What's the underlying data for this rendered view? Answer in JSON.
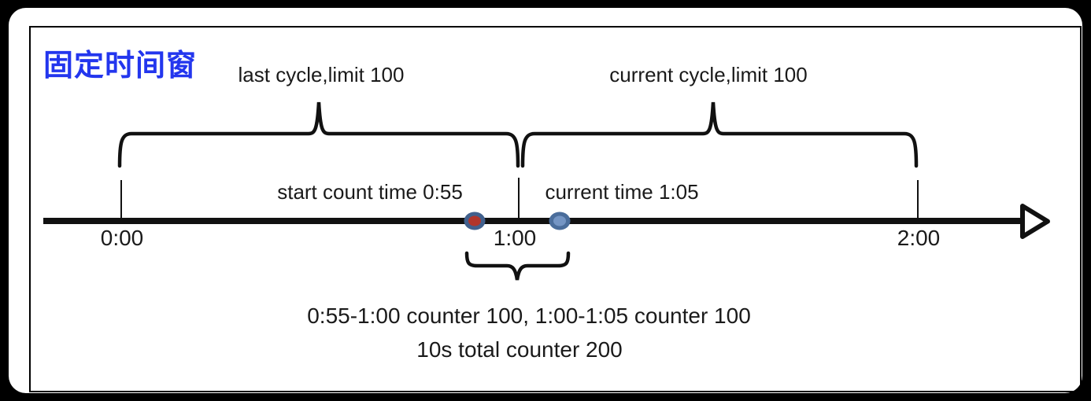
{
  "title": {
    "text": "固定时间窗",
    "color": "#2336ee"
  },
  "cycles": {
    "last_cycle_label": "last cycle,limit 100",
    "current_cycle_label": "current cycle,limit 100"
  },
  "timeline": {
    "ticks": [
      {
        "label": "0:00"
      },
      {
        "label": "1:00"
      },
      {
        "label": "2:00"
      }
    ],
    "markers": {
      "start": {
        "label": "start count time 0:55",
        "ring_color": "#41608d",
        "dot_color": "#b1352b"
      },
      "current": {
        "label": "current time 1:05",
        "ring_color": "#4a6d9b",
        "dot_color": "#7495c4"
      }
    },
    "line_color": "#111111"
  },
  "counters": {
    "line1": "0:55-1:00 counter 100, 1:00-1:05 counter 100",
    "line2": "10s total counter 200"
  }
}
